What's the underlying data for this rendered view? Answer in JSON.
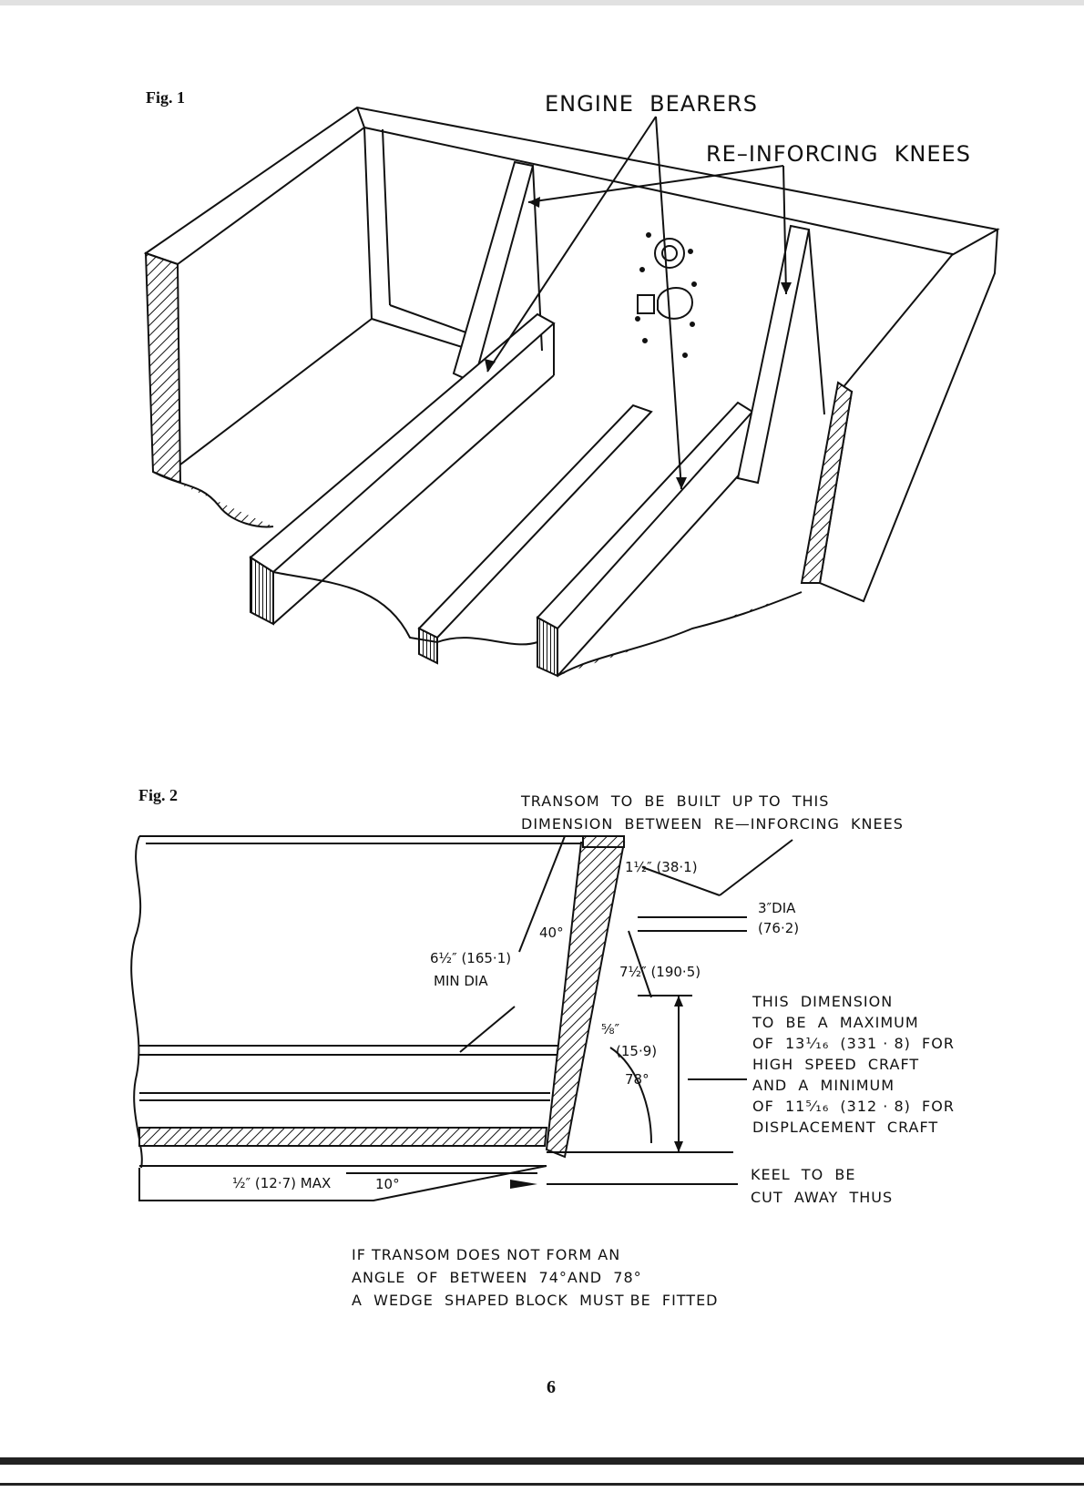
{
  "fig1": {
    "label": "Fig. 1",
    "engine_bearers": "ENGINE  BEARERS",
    "knees": "RE–INFORCING  KNEES"
  },
  "fig2": {
    "label": "Fig. 2",
    "transom_note_1": "TRANSOM  TO  BE  BUILT  UP TO  THIS",
    "transom_note_2": "DIMENSION  BETWEEN  RE—INFORCING  KNEES",
    "dim_1_5": "1½″ (38·1)",
    "dia_3": "3″DIA",
    "dia_3_mm": "(76·2)",
    "angle_40": "40°",
    "dim_6_5": "6½″ (165·1)",
    "min_dia": "MIN DIA",
    "dim_7_5": "7½″ (190·5)",
    "dim_5_8": "⅝″",
    "dim_5_8_mm": "(15·9)",
    "angle_78": "78°",
    "note_lines": [
      "THIS  DIMENSION",
      "TO  BE  A  MAXIMUM",
      "OF  13¹⁄₁₆  (331 · 8)  FOR",
      "HIGH  SPEED  CRAFT",
      "AND  A  MINIMUM",
      "OF  11⁵⁄₁₆  (312 · 8)  FOR",
      "DISPLACEMENT  CRAFT"
    ],
    "dim_half": "½″ (12·7) MAX",
    "angle_10": "10°",
    "keel_1": "KEEL  TO  BE",
    "keel_2": "CUT  AWAY  THUS",
    "wedge_1": "IF TRANSOM DOES NOT FORM AN",
    "wedge_2": "ANGLE  OF  BETWEEN  74°AND  78°",
    "wedge_3": "A  WEDGE  SHAPED BLOCK  MUST BE  FITTED"
  },
  "page_number": "6"
}
